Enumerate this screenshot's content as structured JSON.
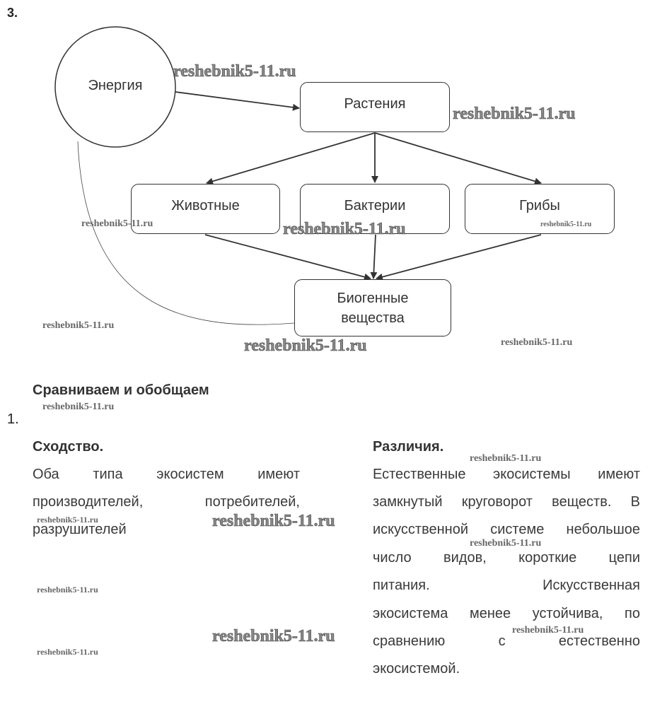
{
  "task3": {
    "number": "3.",
    "diagram": {
      "energy": "Энергия",
      "plants": "Растения",
      "animals": "Животные",
      "bacteria": "Бактерии",
      "fungi": "Грибы",
      "biogenic_line1": "Биогенные",
      "biogenic_line2": "вещества"
    }
  },
  "section": {
    "title": "Сравниваем и обобщаем",
    "number": "1.",
    "similarity": {
      "heading": "Сходство.",
      "lines": [
        "Оба типа экосистем имеют",
        "производителей, потребителей,",
        "разрушителей"
      ]
    },
    "differences": {
      "heading": "Различия.",
      "lines": [
        "Естественные экосистемы имеют",
        "замкнутый круговорот веществ. В",
        "искусственной системе небольшое",
        "число видов, короткие цепи",
        "питания. Искусственная",
        "экосистема менее устойчива, по",
        "сравнению с естественно",
        "экосистемой."
      ]
    }
  },
  "watermark": "reshebnik5-11.ru"
}
